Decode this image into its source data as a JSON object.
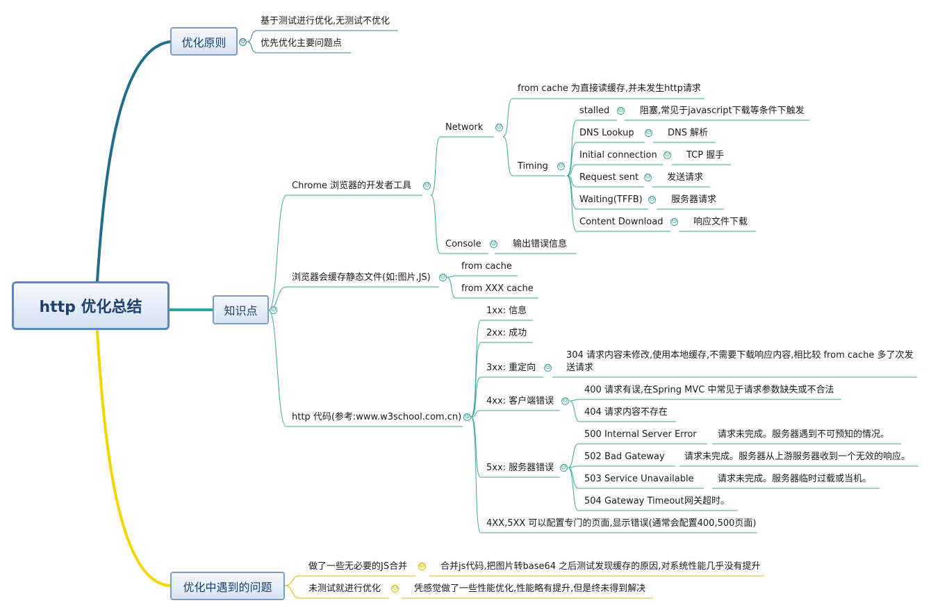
{
  "root": {
    "label": "http 优化总结"
  },
  "branch_principle": {
    "label": "优化原则",
    "items": [
      "基于测试进行优化,无测试不优化",
      "优先优化主要问题点"
    ]
  },
  "branch_knowledge": {
    "label": "知识点",
    "chrome": {
      "label": "Chrome 浏览器的开发者工具",
      "network": {
        "label": "Network",
        "from_cache": "from cache 为直接读缓存,并未发生http请求",
        "timing": {
          "label": "Timing",
          "items": [
            {
              "key": "stalled",
              "desc": "阻塞,常见于javascript下载等条件下触发"
            },
            {
              "key": "DNS Lookup",
              "desc": "DNS 解析"
            },
            {
              "key": "Initial connection",
              "desc": "TCP 握手"
            },
            {
              "key": "Request sent",
              "desc": "发送请求"
            },
            {
              "key": "Waiting(TFFB)",
              "desc": "服务器请求"
            },
            {
              "key": "Content Download",
              "desc": "响应文件下载"
            }
          ]
        }
      },
      "console": {
        "label": "Console",
        "desc": "输出错误信息"
      }
    },
    "cache": {
      "label": "浏览器会缓存静态文件(如:图片,JS)",
      "items": [
        "from cache",
        "from XXX cache"
      ]
    },
    "http_code": {
      "label": "http 代码(参考:www.w3school.com.cn)",
      "c1xx": "1xx: 信息",
      "c2xx": "2xx: 成功",
      "c3xx": {
        "label": "3xx: 重定向",
        "desc": "304 请求内容未修改,使用本地缓存,不需要下载响应内容,相比较 from cache 多了次发送请求"
      },
      "c4xx": {
        "label": "4xx: 客户端错误",
        "items": [
          "400 请求有误,在Spring MVC 中常见于请求参数缺失或不合法",
          "404 请求内容不存在"
        ]
      },
      "c5xx": {
        "label": "5xx: 服务器错误",
        "items": [
          {
            "code": "500 Internal Server Error",
            "desc": "请求未完成。服务器遇到不可预知的情况。"
          },
          {
            "code": "502 Bad Gateway",
            "desc": "请求未完成。服务器从上游服务器收到一个无效的响应。"
          },
          {
            "code": "503 Service Unavailable",
            "desc": "请求未完成。服务器临时过载或当机。"
          },
          {
            "code": "504 Gateway Timeout",
            "desc": "网关超时。"
          }
        ]
      },
      "note": "4XX,5XX 可以配置专门的页面,显示错误(通常会配置400,500页面)"
    }
  },
  "branch_problems": {
    "label": "优化中遇到的问题",
    "items": [
      {
        "label": "做了一些无必要的JS合并",
        "desc": "合并js代码,把图片转base64 之后测试发现缓存的原因,对系统性能几乎没有提升"
      },
      {
        "label": "未测试就进行优化",
        "desc": "凭感觉做了一些性能优化,性能略有提升,但是终未得到解决"
      }
    ]
  },
  "toggle_symbol": "⊖",
  "colors": {
    "teal": "#3aa6a0",
    "navy": "#1f5c8a",
    "gold": "#f5d400",
    "underline": "#4a78b8"
  }
}
